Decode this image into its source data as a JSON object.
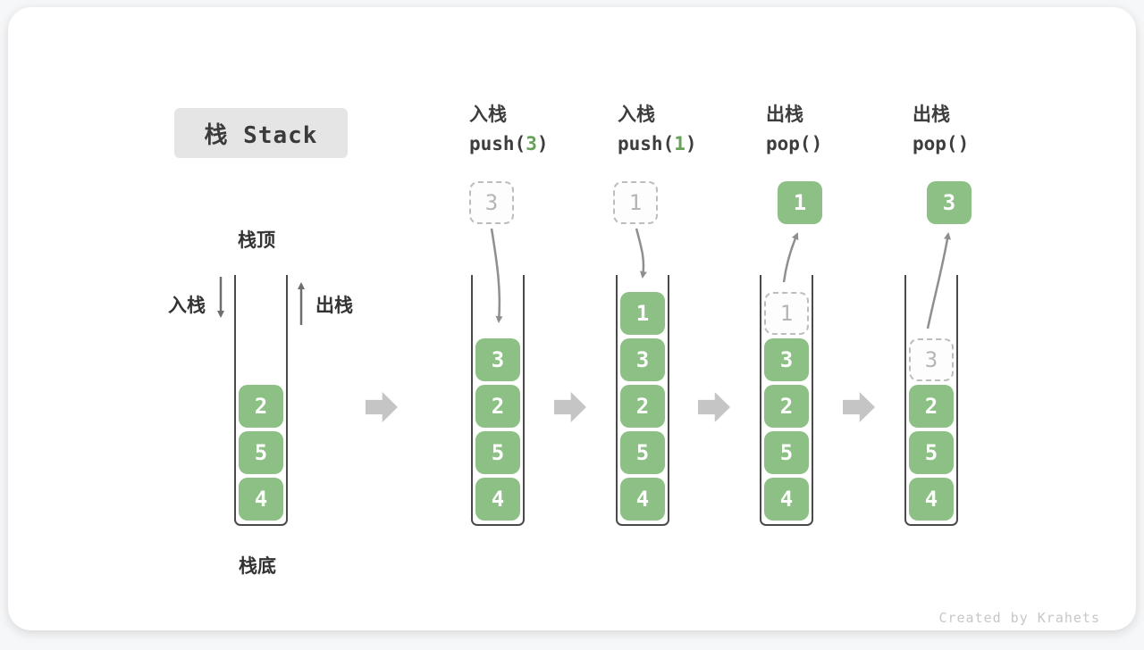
{
  "page": {
    "title": "栈 Stack",
    "watermark": "Created by Krahets"
  },
  "colors": {
    "block_green": "#8cc084",
    "code_arg_green": "#66a159",
    "curve_arrow_gray": "#8f8f8f",
    "flow_arrow_gray": "#c5c5c5",
    "container_border": "#4a4a4a",
    "title_chip_bg": "#e5e5e5",
    "ghost_gray": "#b5b5b5"
  },
  "stack_legend": {
    "top_label": "栈顶",
    "bottom_label": "栈底",
    "push_label": "入栈",
    "pop_label": "出栈"
  },
  "operations": [
    {
      "action": "入栈",
      "code_pre": "push(",
      "code_arg": "3",
      "code_post": ")"
    },
    {
      "action": "入栈",
      "code_pre": "push(",
      "code_arg": "1",
      "code_post": ")"
    },
    {
      "action": "出栈",
      "code_pre": "pop(",
      "code_arg": "",
      "code_post": ")"
    },
    {
      "action": "出栈",
      "code_pre": "pop(",
      "code_arg": "",
      "code_post": ")"
    }
  ],
  "stacks": [
    {
      "blocks": [
        "2",
        "5",
        "4"
      ]
    },
    {
      "moving_value": "3",
      "blocks": [
        "3",
        "2",
        "5",
        "4"
      ]
    },
    {
      "moving_value": "1",
      "blocks": [
        "1",
        "3",
        "2",
        "5",
        "4"
      ]
    },
    {
      "moving_value": "1",
      "ghost_value": "1",
      "blocks": [
        "3",
        "2",
        "5",
        "4"
      ]
    },
    {
      "moving_value": "3",
      "ghost_value": "3",
      "blocks": [
        "2",
        "5",
        "4"
      ]
    }
  ]
}
